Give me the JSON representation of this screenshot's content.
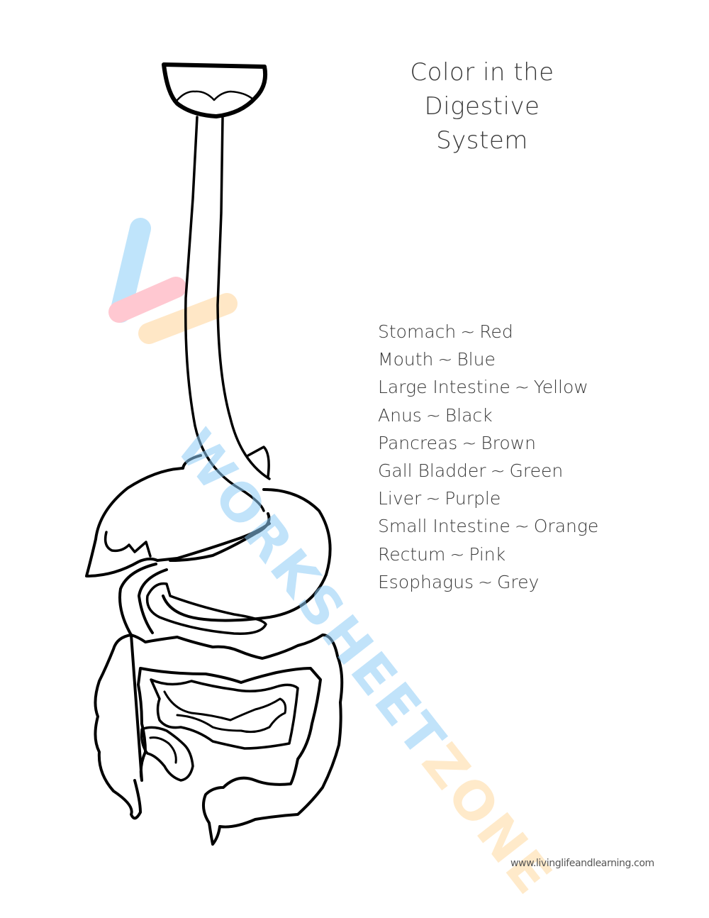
{
  "worksheet": {
    "title_line1": "Color in the",
    "title_line2": "Digestive System",
    "legend": [
      {
        "organ": "Stomach",
        "sep": "~",
        "color": "Red"
      },
      {
        "organ": "Mouth",
        "sep": "~",
        "color": "Blue"
      },
      {
        "organ": "Large Intestine",
        "sep": "~",
        "color": "Yellow"
      },
      {
        "organ": "Anus",
        "sep": "~",
        "color": "Black"
      },
      {
        "organ": "Pancreas",
        "sep": "~",
        "color": "Brown"
      },
      {
        "organ": "Gall Bladder",
        "sep": "~",
        "color": "Green"
      },
      {
        "organ": "Liver",
        "sep": "~",
        "color": "Purple"
      },
      {
        "organ": "Small Intestine",
        "sep": "~",
        "color": "Orange"
      },
      {
        "organ": "Rectum",
        "sep": "~",
        "color": "Pink"
      },
      {
        "organ": "Esophagus",
        "sep": "~",
        "color": "Grey"
      }
    ],
    "footer_url": "www.livinglifeandlearning.com"
  },
  "watermark": {
    "text_part1": "WORKSHEET",
    "text_part2": "ZONE",
    "colors": {
      "blue": "#8fcdf7",
      "pink": "#ffc2cc",
      "orange": "#ffd9a0"
    }
  },
  "diagram": {
    "label": "digestive-system-outline",
    "stroke_color": "#000000"
  }
}
